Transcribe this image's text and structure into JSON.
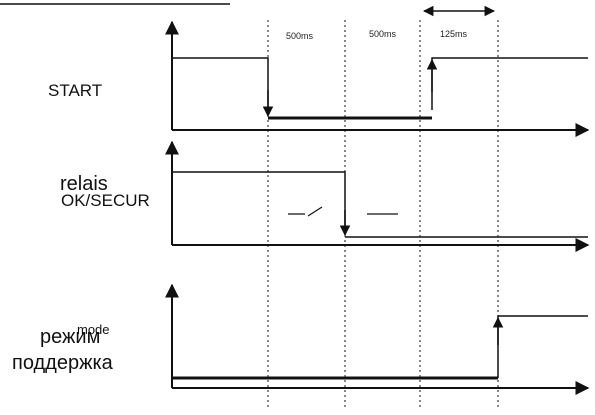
{
  "intervals": {
    "first": "500ms",
    "second": "500ms",
    "third": "125ms"
  },
  "signals": {
    "start": "START",
    "relay_top": "relais",
    "relay_bottom": "OK/SECUR",
    "mode_top": "mode",
    "mode_bottom_1": "режим",
    "mode_bottom_2": "поддержка"
  },
  "colors": {
    "ink": "#111111",
    "background": "#ffffff"
  }
}
